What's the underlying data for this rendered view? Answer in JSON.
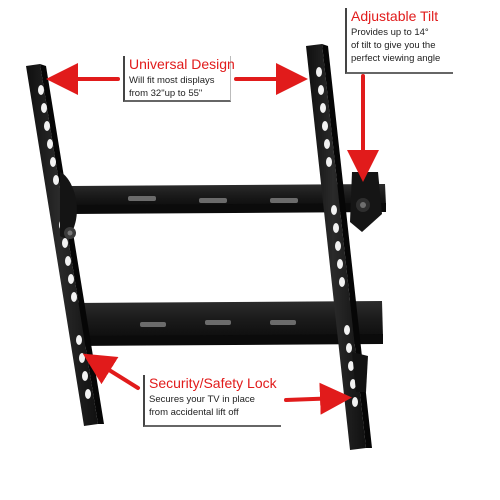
{
  "callouts": {
    "universal_design": {
      "title": "Universal Design",
      "description": "Will fit most displays\nfrom 32\"up to 55\""
    },
    "adjustable_tilt": {
      "title": "Adjustable Tilt",
      "description": "Provides up to 14°\nof tilt to give you the\nperfect viewing angle"
    },
    "security_lock": {
      "title": "Security/Safety Lock",
      "description": "Secures your TV in place\nfrom accidental lift off"
    }
  },
  "colors": {
    "accent": "#e11b1b",
    "mount_metal": "#1b1b1b",
    "background": "#ffffff"
  },
  "icons": {
    "arrows": "red-arrow-icon",
    "slots": "mounting-slot-icon"
  }
}
